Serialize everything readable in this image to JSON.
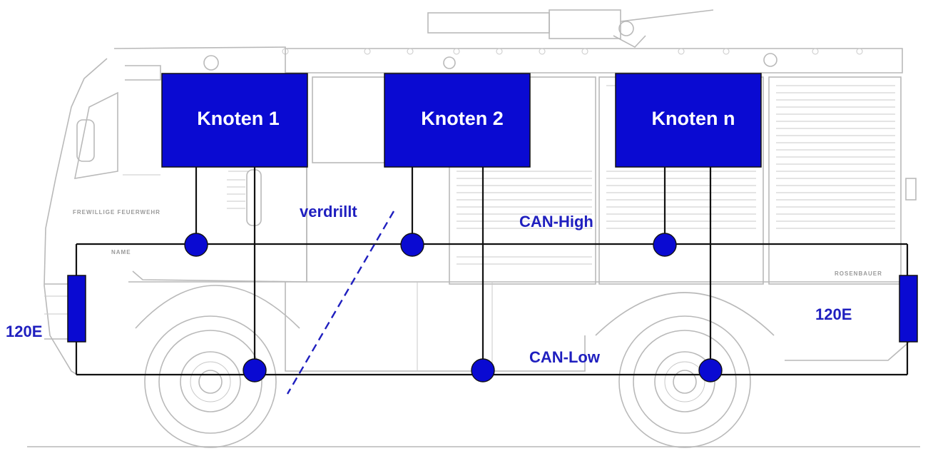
{
  "nodes": [
    {
      "label": "Knoten 1"
    },
    {
      "label": "Knoten 2"
    },
    {
      "label": "Knoten n"
    }
  ],
  "bus": {
    "high_label": "CAN-High",
    "low_label": "CAN-Low",
    "twist_label": "verdrillt"
  },
  "terminators": [
    {
      "label": "120E"
    },
    {
      "label": "120E"
    }
  ],
  "vehicle": {
    "door_text": "FREWILLIGE FEUERWEHR",
    "name_text": "NAME",
    "brand_text": "ROSENBAUER"
  },
  "colors": {
    "node_fill": "#0a0ad2",
    "label_blue": "#1f1fbf",
    "line": "#111111",
    "truck_outline": "#b9b9b9"
  }
}
